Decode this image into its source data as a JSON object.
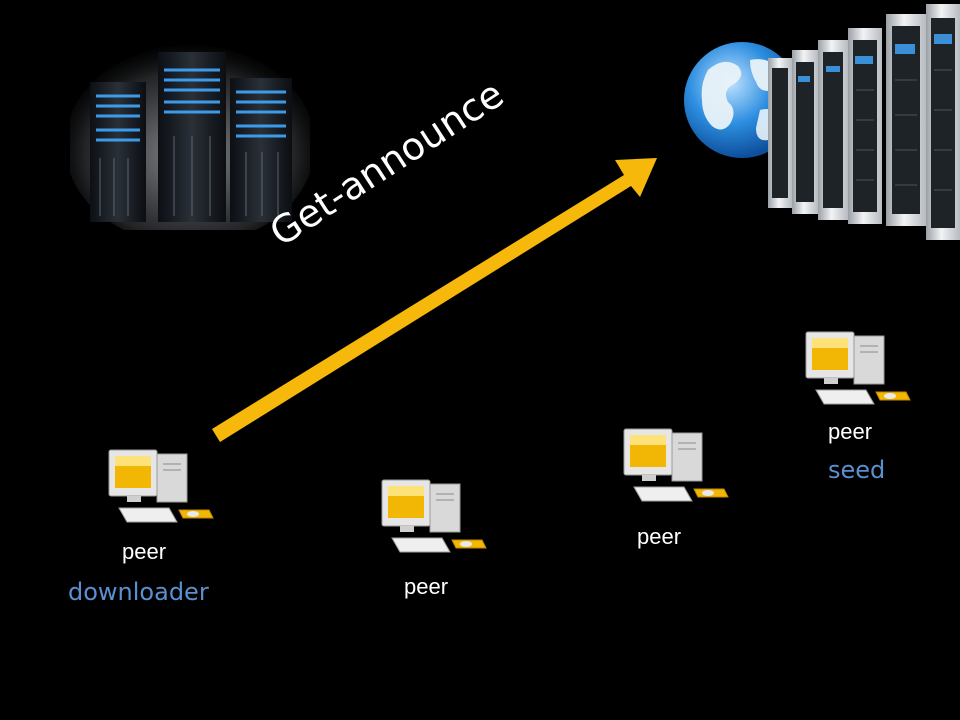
{
  "colors": {
    "background": "#000000",
    "arrow": "#f5b80b",
    "label_text": "#ffffff",
    "role_text": "#5b8fd0"
  },
  "arrow": {
    "label": "Get-announce"
  },
  "icons": {
    "local_server": "server-cluster-icon",
    "tracker": "tracker-server-icon",
    "globe": "globe-icon",
    "computer": "desktop-computer-icon"
  },
  "peers": [
    {
      "label": "peer",
      "role": "downloader"
    },
    {
      "label": "peer",
      "role": ""
    },
    {
      "label": "peer",
      "role": ""
    },
    {
      "label": "peer",
      "role": "seed"
    }
  ]
}
